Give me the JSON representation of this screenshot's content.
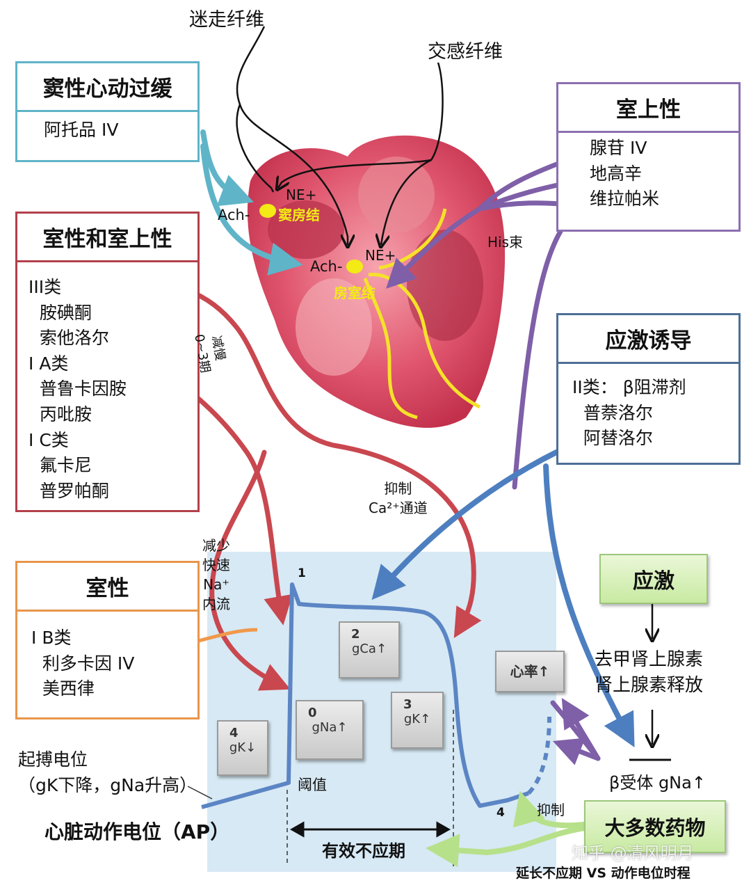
{
  "nerves": {
    "vagus": "迷走纤维",
    "sympathetic": "交感纤维"
  },
  "heart_labels": {
    "ach_sa": "Ach-",
    "ne_sa": "NE+",
    "sa_node": "窦房结",
    "ach_av": "Ach-",
    "ne_av": "NE+",
    "av_node": "房室结",
    "his": "His束"
  },
  "boxes": {
    "sinus_brady": {
      "title": "窦性心动过缓",
      "items": [
        "阿托品 IV"
      ],
      "color": "#5fb4c8"
    },
    "supraventricular": {
      "title": "室上性",
      "items": [
        "腺苷 IV",
        "地高辛",
        "维拉帕米"
      ],
      "color": "#8b6fb0"
    },
    "ventricular_and_supra": {
      "title": "室性和室上性",
      "items": [
        "III类",
        "  胺碘酮",
        "  索他洛尔",
        "I A类",
        "  普鲁卡因胺",
        "  丙吡胺",
        "I C类",
        "  氟卡尼",
        "  普罗帕酮"
      ],
      "color": "#b2404a"
    },
    "stress_induced": {
      "title": "应激诱导",
      "items": [
        "II类： β阻滞剂",
        "  普萘洛尔",
        "  阿替洛尔"
      ],
      "color": "#4d6f95"
    },
    "ventricular": {
      "title": "室性",
      "items": [
        "I B类",
        "  利多卡因 IV",
        "  美西律"
      ],
      "color": "#e8954a"
    }
  },
  "arrow_labels": {
    "slow": "减慢",
    "phase03": "0~3期",
    "inhibit_ca": [
      "抑制",
      "Ca²⁺通道"
    ],
    "reduce_na": [
      "减少",
      "快速",
      "Na⁺",
      "内流"
    ]
  },
  "ap": {
    "peak_label": "1",
    "phases": [
      {
        "num": "2",
        "text": "gCa↑"
      },
      {
        "num": "0",
        "text": "gNa↑"
      },
      {
        "num": "3",
        "text": "gK↑"
      },
      {
        "num": "4",
        "text": "gK↓"
      }
    ],
    "heart_rate": "心率↑",
    "threshold": "阈值",
    "phase4_label": "4",
    "pacemaker": [
      "起搏电位",
      "（gK下降，gNa升高）"
    ],
    "title": "心脏动作电位（AP）",
    "erp": "有效不应期",
    "inhibit": "抑制"
  },
  "stress_chain": {
    "stress": "应激",
    "release": [
      "去甲肾上腺素",
      "肾上腺素释放"
    ],
    "receptor": "β受体 gNa↑"
  },
  "most_drugs": "大多数药物",
  "footer": "延长不应期 VS 动作电位时程",
  "watermark": "知乎 @清风明月",
  "colors": {
    "panel": "#d7e9f4",
    "ap_line": "#5b85c4",
    "red_arrow": "#c9474f",
    "green_box": "#d8f0b8"
  }
}
